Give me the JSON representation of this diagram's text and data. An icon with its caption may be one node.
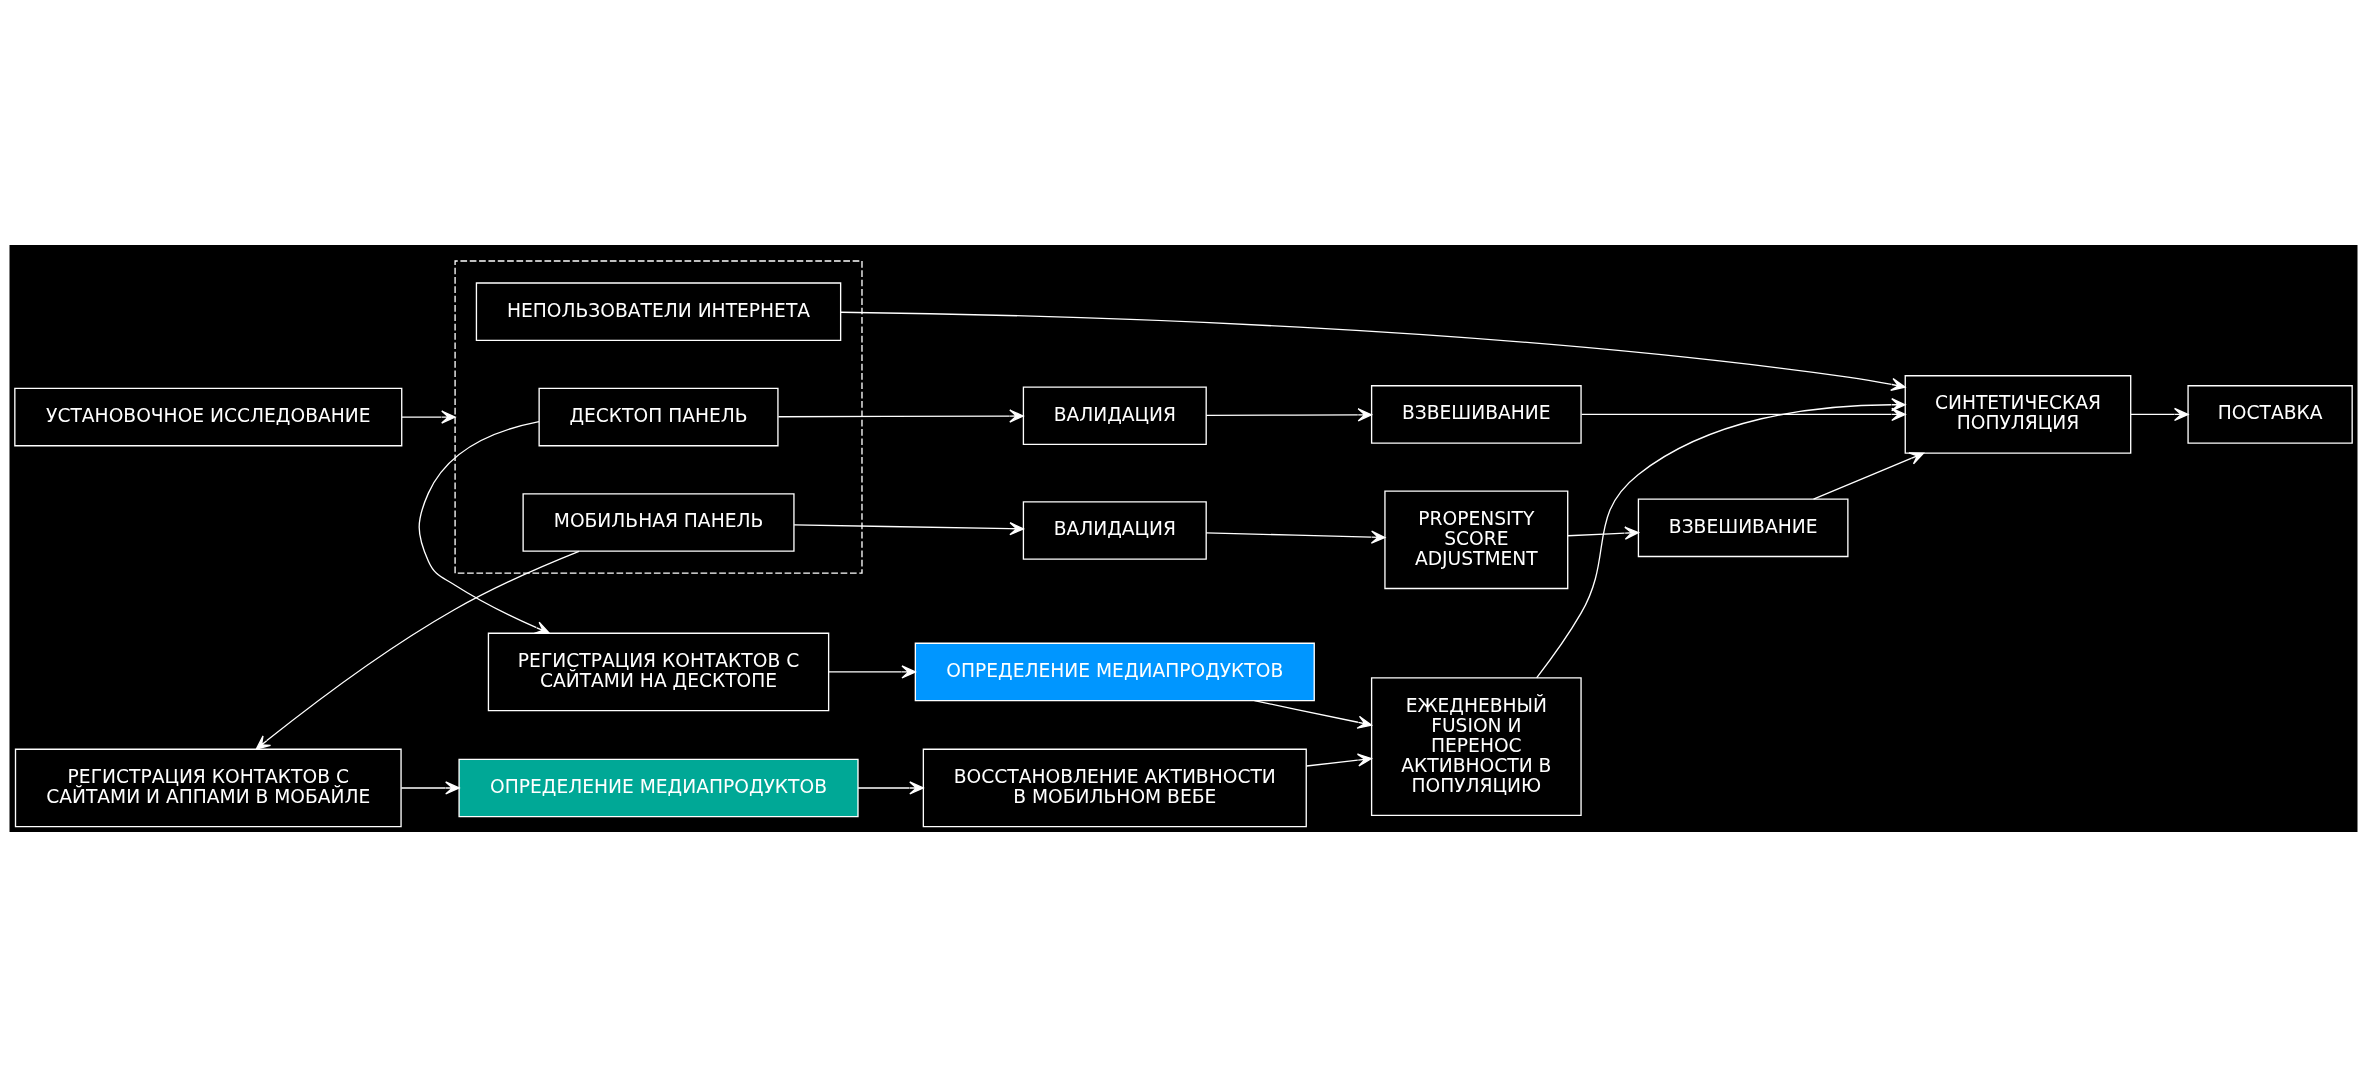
{
  "diagram": {
    "nodes": [
      {
        "text": [
          "РЕГИСТРАЦИЯ КОНТАКТОВ С САЙТАМИ И АППАМИ В МОБАЙЛЕ"
        ]
      },
      {
        "text": [
          "ОПРЕДЕЛЕНИЕ МЕДИАПРОДУКТОВ"
        ]
      },
      {
        "text": [
          "ВОССТАНОВЛЕНИЕ АКТИВНОСТИ В МОБИЛЬНОМ ВЕБЕ"
        ]
      },
      {
        "text": [
          "РЕГИСТРАЦИЯ КОНТАКТОВ С САЙТАМИ НА ДЕСКТОПЕ"
        ]
      },
      {
        "text": [
          "ОПРЕДЕЛЕНИЕ МЕДИАПРОДУКТОВ"
        ]
      },
      {
        "text": [],
        "shape": "box"
      },
      {
        "text": [
          "НЕПОЛЬЗОВАТЕЛИ ИНТЕРНЕТА"
        ],
        "in": 5
      },
      {
        "text": [
          "ДЕСКТОП ПАНЕЛЬ"
        ],
        "in": 5
      },
      {
        "text": [
          "МОБИЛЬНАЯ ПАНЕЛЬ"
        ],
        "in": 5
      },
      {
        "text": [
          "ВАЛИДАЦИЯ"
        ]
      },
      {
        "text": [
          "ВЗВЕШИВАНИЕ"
        ]
      },
      {
        "text": [
          "ВАЛИДАЦИЯ"
        ]
      },
      {
        "text": [
          "PROPENSITY SCORE ADJUSTMENT"
        ]
      },
      {
        "text": [
          "ВЗВЕШИВАНИЕ"
        ]
      },
      {
        "text": [
          "СИНТЕТИЧЕСКАЯ ПОПУЛЯЦИЯ"
        ]
      },
      {
        "text": [
          "ЕЖЕДНЕВНЫЙ FUSION И ПЕРЕНОС АКТИВНОСТИ В ПОПУЛЯЦИЮ"
        ]
      },
      {
        "text": [
          "УСТАНОВОЧНОЕ ИССЛЕДОВАНИЕ"
        ]
      },
      {
        "text": [
          "ПОСТАВКА"
        ]
      }
    ],
    "edges": [
      {
        "from": 0,
        "to": 1,
        "arrow": "to"
      },
      {
        "from": 1,
        "to": 2,
        "arrow": "to"
      },
      {
        "from": 2,
        "to": 15,
        "arrow": "to"
      },
      {
        "from": 3,
        "to": 4,
        "arrow": "to"
      },
      {
        "from": 4,
        "to": 15,
        "arrow": "to"
      },
      {
        "from": 8,
        "to": 0,
        "arrow": "to"
      },
      {
        "from": 7,
        "to": 3,
        "arrow": "to"
      },
      {
        "from": 6,
        "to": 14,
        "arrow": "to"
      },
      {
        "from": 7,
        "to": 9,
        "arrow": "to"
      },
      {
        "from": 9,
        "to": 10,
        "arrow": "to"
      },
      {
        "from": 10,
        "to": 14,
        "arrow": "to"
      },
      {
        "from": 8,
        "to": 11,
        "arrow": "to"
      },
      {
        "from": 11,
        "to": 12,
        "arrow": "to"
      },
      {
        "from": 12,
        "to": 13,
        "arrow": "to"
      },
      {
        "from": 13,
        "to": 14,
        "arrow": "to"
      },
      {
        "from": 15,
        "to": 14,
        "arrow": "to"
      },
      {
        "from": 16,
        "to": 5,
        "arrow": "to"
      },
      {
        "from": 14,
        "to": 17,
        "arrow": "to"
      }
    ]
  }
}
